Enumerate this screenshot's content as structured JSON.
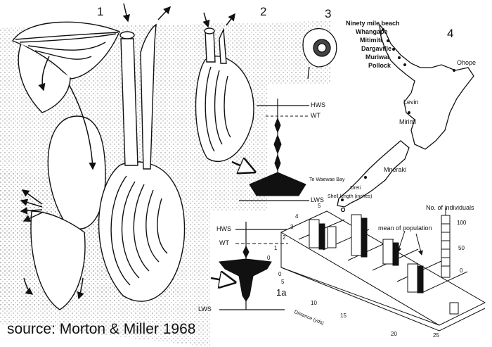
{
  "panels": {
    "p1": "1",
    "p2": "2",
    "p3": "3",
    "p4": "4",
    "p1a": "1a"
  },
  "map_places": {
    "ninety_mile_beach": "Ninety mile beach",
    "whangape": "Whangape",
    "mitimiti": "Mitimiti",
    "dargaville": "Dargaville",
    "muriwai": "Muriwai",
    "pollock": "Pollock",
    "ohope": "Ohope",
    "levin": "Levin",
    "mirimi": "Mirimi",
    "mneraki": "Mneraki",
    "te_waewae_bay": "Te Waewae Bay",
    "oreti": "Oreti"
  },
  "tide_levels": {
    "hws": "HWS",
    "wt": "WT",
    "lws": "LWS"
  },
  "block_chart": {
    "shell_length_label": "Shell length (inches)",
    "shell_length_ticks": [
      "5",
      "4",
      "3",
      "2",
      "1",
      "0"
    ],
    "distance_label": "Distance (yds)",
    "distance_ticks": [
      "0",
      "5",
      "10",
      "15",
      "20",
      "25"
    ],
    "mean_label": "mean of population",
    "individuals_label": "No. of individuals",
    "individuals_ticks": [
      "100",
      "50",
      "0"
    ]
  },
  "caption": "source: Morton & Miller 1968",
  "colors": {
    "ink": "#111111",
    "paper": "#ffffff",
    "stipple": "#555555"
  }
}
